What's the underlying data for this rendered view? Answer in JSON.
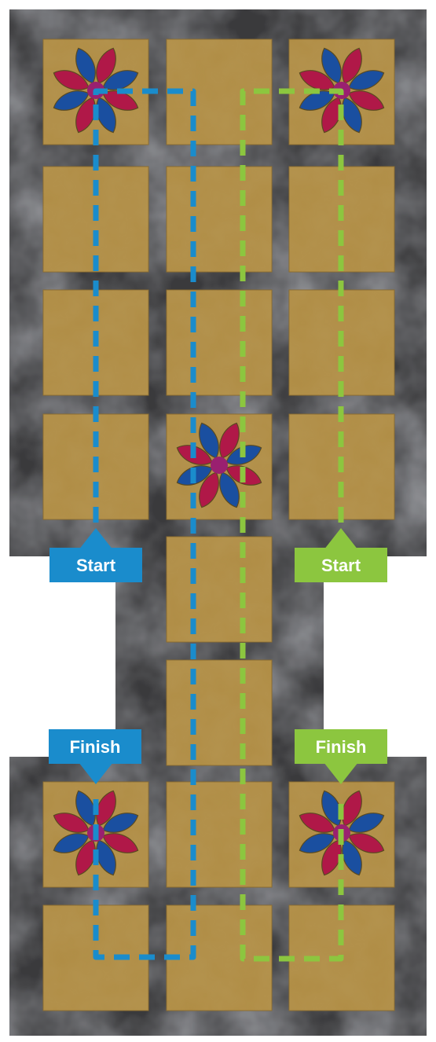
{
  "game": {
    "type": "board-game-route-diagram",
    "grid": {
      "columns": 3,
      "rows": 8
    },
    "rosette_squares": [
      {
        "row": 1,
        "col": 1
      },
      {
        "row": 1,
        "col": 3
      },
      {
        "row": 4,
        "col": 2
      },
      {
        "row": 7,
        "col": 1
      },
      {
        "row": 7,
        "col": 3
      }
    ],
    "colors": {
      "board_stone": "#3a3a3c",
      "tile": "#b08d45",
      "tile_border": "#8a6a2c",
      "rosette_red": "#b01848",
      "rosette_blue": "#1a4fa0",
      "rosette_center": "#9a2070",
      "blue_player": "#1a8ccc",
      "green_player": "#8cc63f"
    },
    "labels": {
      "blue_start": "Start",
      "green_start": "Start",
      "blue_finish": "Finish",
      "green_finish": "Finish"
    }
  }
}
